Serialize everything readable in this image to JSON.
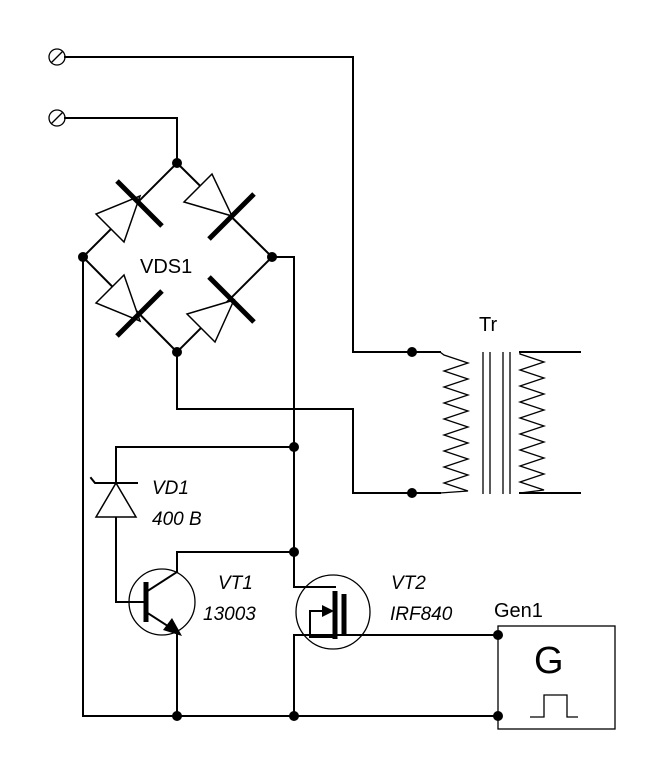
{
  "bridge": {
    "label": "VDS1"
  },
  "transformer": {
    "label": "Tr"
  },
  "zener": {
    "name": "VD1",
    "value": "400 В"
  },
  "bjt": {
    "name": "VT1",
    "value": "13003"
  },
  "mosfet": {
    "name": "VT2",
    "value": "IRF840"
  },
  "generator": {
    "name": "Gen1",
    "symbol": "G"
  }
}
